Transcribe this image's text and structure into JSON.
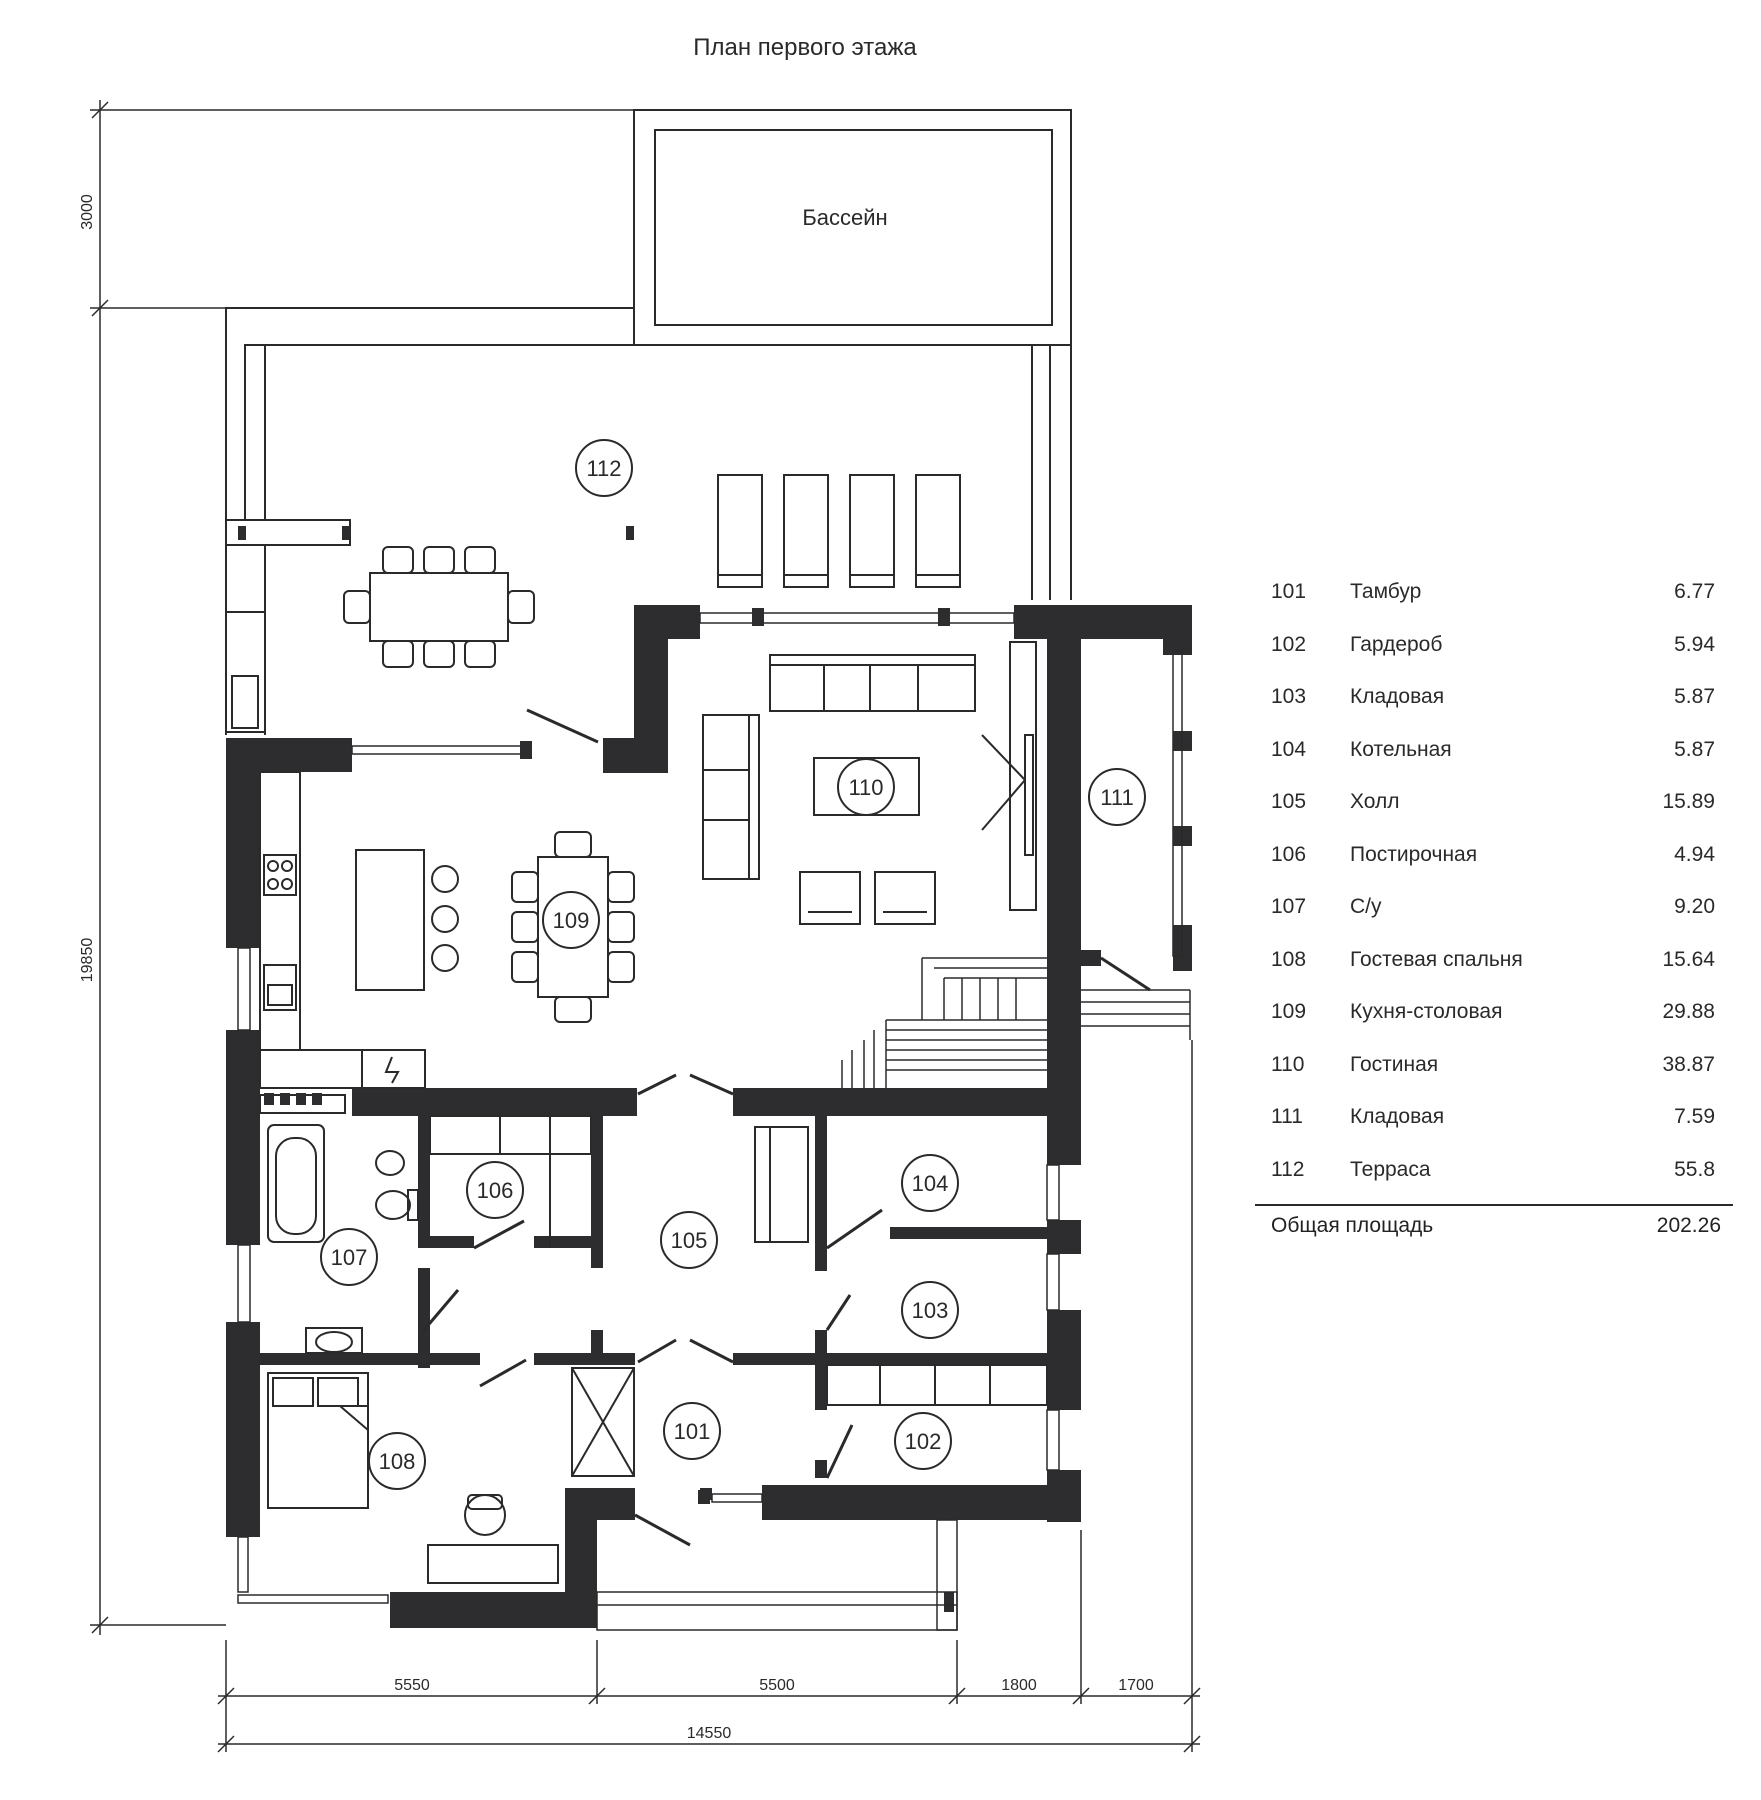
{
  "plan_title": "План первого этажа",
  "pool_label": "Бассейн",
  "rooms": [
    {
      "num": "101",
      "name": "Тамбур",
      "area": "6.77"
    },
    {
      "num": "102",
      "name": "Гардероб",
      "area": "5.94"
    },
    {
      "num": "103",
      "name": "Кладовая",
      "area": "5.87"
    },
    {
      "num": "104",
      "name": "Котельная",
      "area": "5.87"
    },
    {
      "num": "105",
      "name": "Холл",
      "area": "15.89"
    },
    {
      "num": "106",
      "name": "Постирочная",
      "area": "4.94"
    },
    {
      "num": "107",
      "name": "С/у",
      "area": "9.20"
    },
    {
      "num": "108",
      "name": "Гостевая спальня",
      "area": "15.64"
    },
    {
      "num": "109",
      "name": "Кухня-столовая",
      "area": "29.88"
    },
    {
      "num": "110",
      "name": "Гостиная",
      "area": "38.87"
    },
    {
      "num": "111",
      "name": "Кладовая",
      "area": "7.59"
    },
    {
      "num": "112",
      "name": "Терраса",
      "area": "55.8"
    }
  ],
  "total": {
    "label": "Общая площадь",
    "area": "202.26"
  },
  "dimensions": {
    "left_top": "3000",
    "left_main": "19850",
    "bottom_1": "5550",
    "bottom_2": "5500",
    "bottom_3": "1800",
    "bottom_4": "1700",
    "bottom_total": "14550"
  },
  "colors": {
    "wall": "#2d2d2f",
    "line": "#2a2a2a",
    "background": "#ffffff"
  }
}
